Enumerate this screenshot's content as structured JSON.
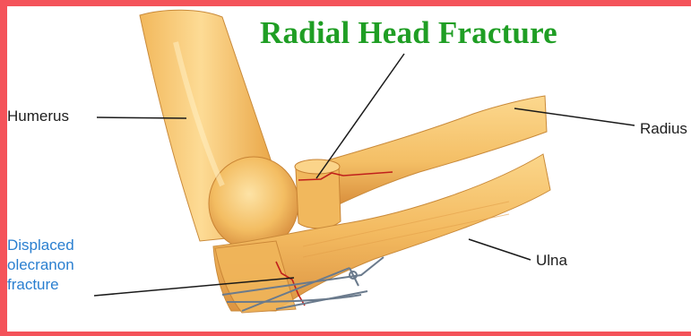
{
  "title": {
    "text": "Radial Head Fracture",
    "color": "#1f9e24"
  },
  "labels": {
    "humerus": "Humerus",
    "radius": "Radius",
    "ulna": "Ulna",
    "olecranon": [
      "Displaced",
      "olecranon",
      "fracture"
    ]
  },
  "colors": {
    "frame": "#f4535a",
    "bone_light": "#fbd78c",
    "bone_mid": "#f0b352",
    "bone_dark": "#c47a2c",
    "fracture_line": "#c0201c",
    "wire": "#6a7a8c",
    "label_text": "#1e1e1e",
    "olecranon_text": "#2a7fd0"
  }
}
